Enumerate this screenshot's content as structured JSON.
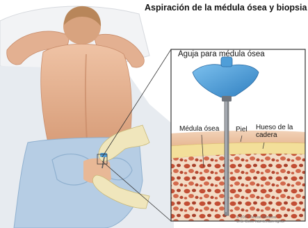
{
  "title": "Aspiración de la médula ósea y biopsia",
  "labels": {
    "needle": "Aguja para médula ósea",
    "marrow": "Médula ósea",
    "skin": "Piel",
    "bone": "Hueso de la cadera"
  },
  "credit": {
    "line1": "© 2007 Terese Winslow",
    "line2": "U.S. Govt. has certain rights"
  },
  "colors": {
    "skin": "#e6b596",
    "skin_shadow": "#c98c6a",
    "hair": "#b8865a",
    "sheet": "#eceff3",
    "drape": "#b6cde4",
    "glove": "#f0e6bc",
    "needle_handle": "#4f9ed8",
    "bone_cortex": "#f3df9a",
    "marrow": "#c85a3f",
    "inset_border": "#333333"
  }
}
